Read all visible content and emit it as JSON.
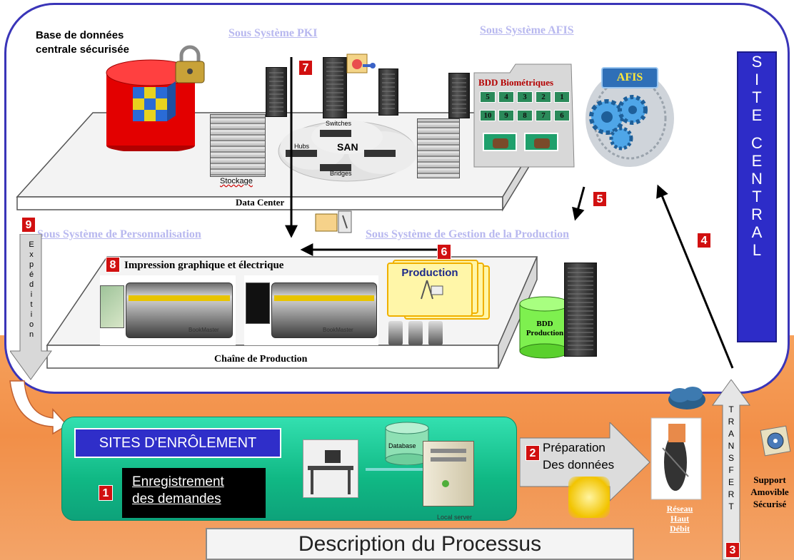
{
  "central": {
    "site_letters": [
      "S",
      "I",
      "T",
      "E",
      "",
      "C",
      "E",
      "N",
      "T",
      "R",
      "A",
      "L"
    ],
    "db_label_line1": "Base de données",
    "db_label_line2": "centrale sécurisée",
    "pki_title": "Sous Système PKI",
    "afis_title": "Sous Système AFIS",
    "afis_badge": "AFIS",
    "bio_title": "BDD Biométriques",
    "bio_row1": [
      "5",
      "4",
      "3",
      "2",
      "1"
    ],
    "bio_row2": [
      "10",
      "9",
      "8",
      "7",
      "6"
    ],
    "san_label": "SAN",
    "switches_label": "Switches",
    "hubs_label": "Hubs",
    "bridges_label": "Bridges",
    "stockage_label": "Stockage",
    "datacenter_label": "Data Center",
    "perso_title": "Sous Système de Personnalisation",
    "gestion_title": "Sous Système de Gestion de la Production",
    "impression_label": "Impression graphique et électrique",
    "production_label": "Production",
    "bdd_production_line1": "BDD",
    "bdd_production_line2": "Production",
    "chain_label": "Chaîne de Production",
    "bookmaster": "BookMaster"
  },
  "expedition_letters": [
    "E",
    "x",
    "p",
    "é",
    "d",
    "i",
    "t",
    "i",
    "o",
    "n"
  ],
  "transfert_letters": [
    "T",
    "R",
    "A",
    "N",
    "S",
    "F",
    "E",
    "R",
    "T"
  ],
  "steps": {
    "s1": "1",
    "s2": "2",
    "s3": "3",
    "s4": "4",
    "s5": "5",
    "s6": "6",
    "s7": "7",
    "s8": "8",
    "s9": "9"
  },
  "enrollment": {
    "title": "SITES D'ENRÔLEMENT",
    "enreg_line1": "Enregistrement",
    "enreg_line2": "des demandes",
    "database_label": "Database",
    "local_server_label": "Local server",
    "prep_line1": "Préparation",
    "prep_line2": "Des données"
  },
  "network": {
    "line1": "Réseau",
    "line2": "Haut",
    "line3": "Débit"
  },
  "support": {
    "line1": "Support",
    "line2": "Amovible",
    "line3": "Sécurisé"
  },
  "footer_title": "Description du Processus",
  "colors": {
    "frame": "#3a35b8",
    "site_box": "#2d2cc8",
    "badge": "#d11010",
    "orange": "#f28f48",
    "green": "#10b884"
  }
}
